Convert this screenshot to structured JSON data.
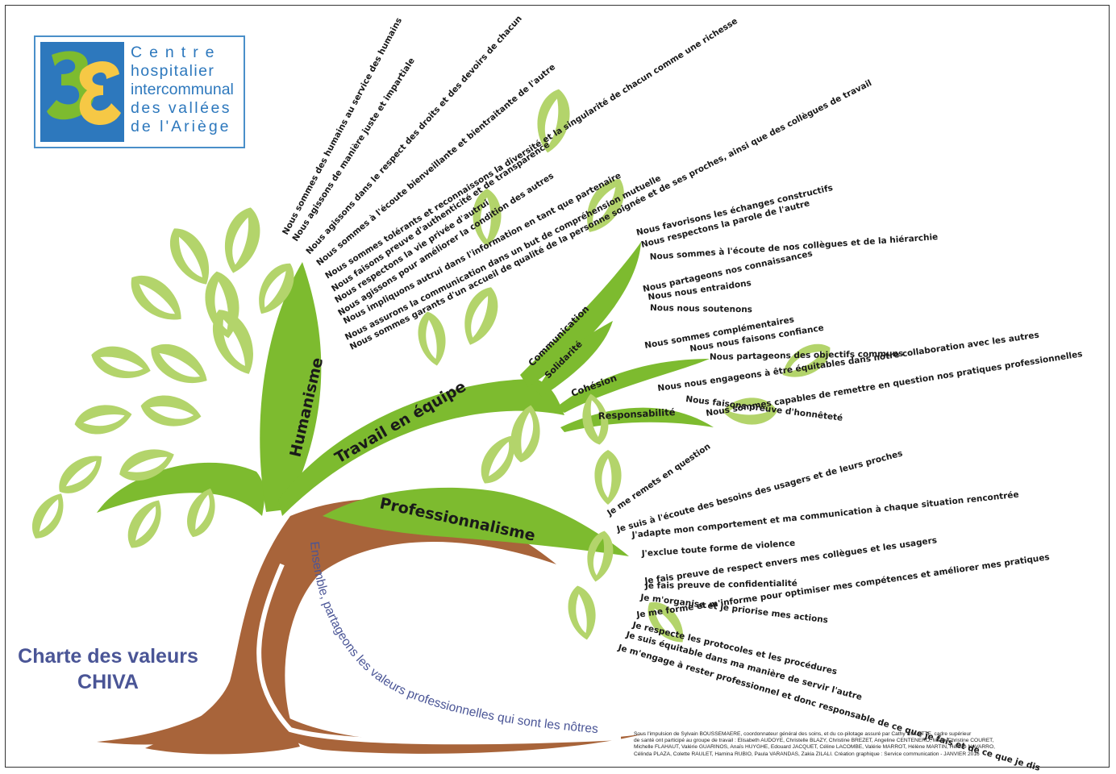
{
  "logo": {
    "lines": [
      "Centre",
      "hospitalier",
      "intercommunal",
      "des vallées",
      "de l'Ariège"
    ]
  },
  "title": {
    "line1": "Charte des valeurs",
    "line2": "CHIVA"
  },
  "trunk_slogan": "Ensemble, partageons les valeurs professionnelles qui sont les nôtres",
  "branches": {
    "humanisme": "Humanisme",
    "travail": "Travail en équipe",
    "professionnalisme": "Professionnalisme",
    "communication": "Communication",
    "solidarite": "Solidarité",
    "cohesion": "Cohésion",
    "responsabilite": "Responsabilité"
  },
  "humanisme_values": [
    "Nous sommes des humains au service des humains",
    "Nous agissons de manière juste et impartiale",
    "Nous agissons dans le respect des droits et des devoirs de chacun",
    "Nous sommes à l'écoute bienveillante et bientraitante de l'autre",
    "Nous sommes tolérants et reconnaissons la diversité et la singularité de chacun comme une richesse",
    "Nous faisons preuve d'authenticité et de transparence",
    "Nous respectons la vie privée d'autrui",
    "Nous agissons pour améliorer la condition des autres",
    "Nous impliquons autrui dans l'information en tant que partenaire",
    "Nous assurons la communication dans un but de compréhension mutuelle",
    "Nous sommes garants d'un accueil de qualité de la personne soignée et de ses proches, ainsi que des collègues de travail"
  ],
  "communication_values": [
    "Nous favorisons les échanges constructifs",
    "Nous respectons la parole de l'autre",
    "Nous sommes à l'écoute de nos collègues et de la hiérarchie"
  ],
  "solidarite_values": [
    "Nous partageons nos connaissances",
    "Nous nous entraidons",
    "Nous nous soutenons"
  ],
  "cohesion_values": [
    "Nous sommes complémentaires",
    "Nous nous faisons confiance",
    "Nous partageons des objectifs communs"
  ],
  "responsabilite_values": [
    "Nous nous engageons à être équitables dans notre collaboration avec les autres",
    "Nous faisons preuve d'honnêteté",
    "Nous sommes capables de remettre en question nos pratiques professionnelles"
  ],
  "professionnalisme_values": [
    "Je me remets en question",
    "Je suis à l'écoute des besoins des usagers et de leurs proches",
    "J'adapte mon comportement et ma communication à chaque situation rencontrée",
    "J'exclue toute forme de violence",
    "Je fais preuve de respect envers mes collègues et les usagers",
    "Je fais preuve de confidentialité",
    "Je m'organise et je priorise mes actions",
    "Je me forme et m'informe pour optimiser mes compétences et améliorer mes pratiques",
    "Je respecte les protocoles et les procédures",
    "Je suis équitable dans ma manière de servir l'autre",
    "Je m'engage à rester professionnel et donc responsable de ce que je fais et de ce que je dis"
  ],
  "credits": [
    "Sous l'impulsion de Sylvain BOUSSEMAERE, coordonnateur général des soins, et du co-pilotage assuré par Cathy COLETTE, cadre supérieur",
    "de santé ont participé au groupe de travail : Elisabeth AUDOYE, Christelle BLAZY, Christine BREZET, Angeline CENTENERO, Marie-Christine COURET,",
    "Michelle FLAHAUT, Valérie GUARINOS, Anaïs HUYGHE, Edouard JACQUET, Céline LACOMBE, Valérie MARROT, Hélène MARTIN, Hélène NAVARRO,",
    "Célinda PLAZA, Colette RAULET, Hamina RUBIO, Paula VARANDAS, Zakia ZILALI.        Création graphique : Service communication - JANVIER 2016"
  ],
  "colors": {
    "trunk": "#a8643a",
    "branch_green": "#7dbb2f",
    "leaf_light": "#b3d46b",
    "title_blue": "#4a5596",
    "logo_blue": "#2d78bd",
    "logo_green": "#7dbb2f",
    "logo_yellow": "#f6c845"
  }
}
